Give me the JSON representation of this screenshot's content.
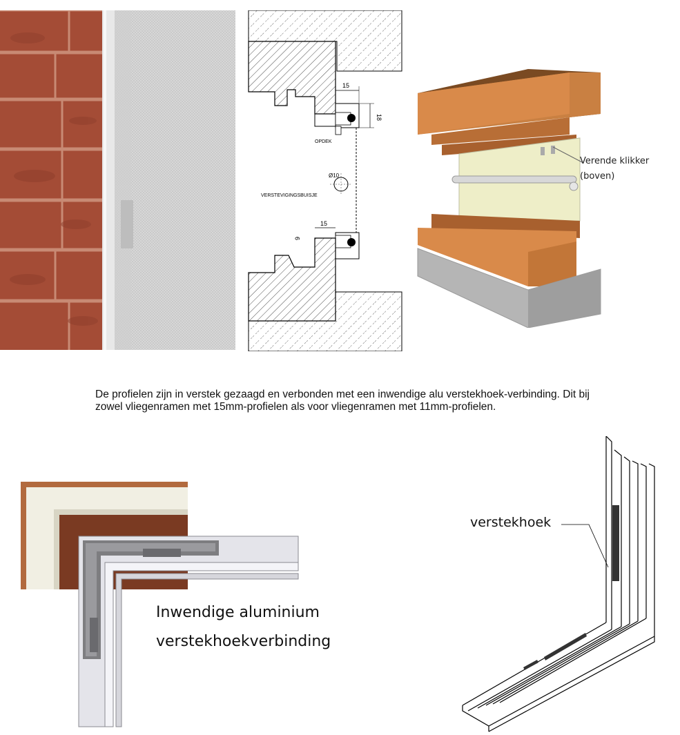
{
  "photo_left": {
    "description_icon": "brick-wall-with-screen-frame"
  },
  "section_drawing": {
    "dim_top_width": "15",
    "dim_top_height": "18",
    "label_opdek": "OPDEK",
    "label_diameter": "Ø10",
    "label_tube": "VERSTEVIGINGSBUISJE",
    "dim_bottom_width": "15",
    "dim_bottom_height": "9"
  },
  "render_3d": {
    "callout_line1": "Verende klikker",
    "callout_line2": "(boven)"
  },
  "caption": {
    "text": "De profielen zijn in verstek gezaagd en verbonden met een inwendige alu verstekhoek-verbinding. Dit bij zowel vliegenramen met 15mm-profielen als voor vliegenramen met 11mm-profielen."
  },
  "corner_left": {
    "label_line1": "Inwendige aluminium",
    "label_line2": "verstekhoekverbinding"
  },
  "corner_right": {
    "label": "verstekhoek"
  },
  "colors": {
    "brick": "#a8503a",
    "wood": "#d98a4a",
    "panel": "#eeeec8",
    "concrete": "#b5b5b5"
  }
}
